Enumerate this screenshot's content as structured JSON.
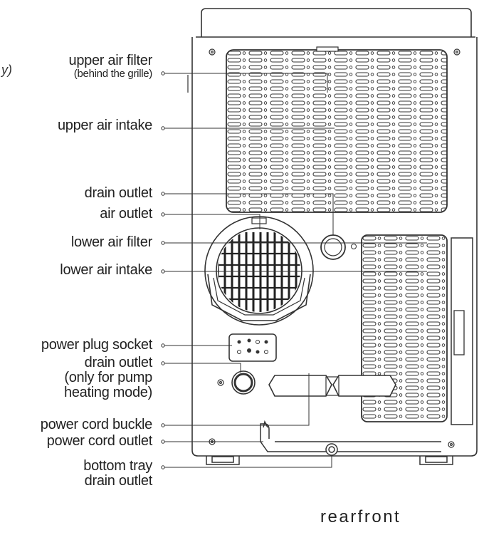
{
  "labels": {
    "upper_air_filter": "upper air filter",
    "upper_air_filter_note": "(behind the grille)",
    "upper_air_intake": "upper air intake",
    "drain_outlet": "drain outlet",
    "air_outlet": "air outlet",
    "lower_air_filter": "lower air filter",
    "lower_air_intake": "lower air intake",
    "power_plug_socket": "power plug socket",
    "pump_drain_outlet_l1": "drain outlet",
    "pump_drain_outlet_l2": "(only for pump",
    "pump_drain_outlet_l3": "heating mode)",
    "power_cord_buckle": "power cord buckle",
    "power_cord_outlet": "power cord outlet",
    "bottom_tray_l1": "bottom tray",
    "bottom_tray_l2": "drain outlet"
  },
  "edge_fragment": "y)",
  "caption": "rearfront",
  "colors": {
    "line": "#333333",
    "text": "#222222",
    "background": "#ffffff"
  }
}
